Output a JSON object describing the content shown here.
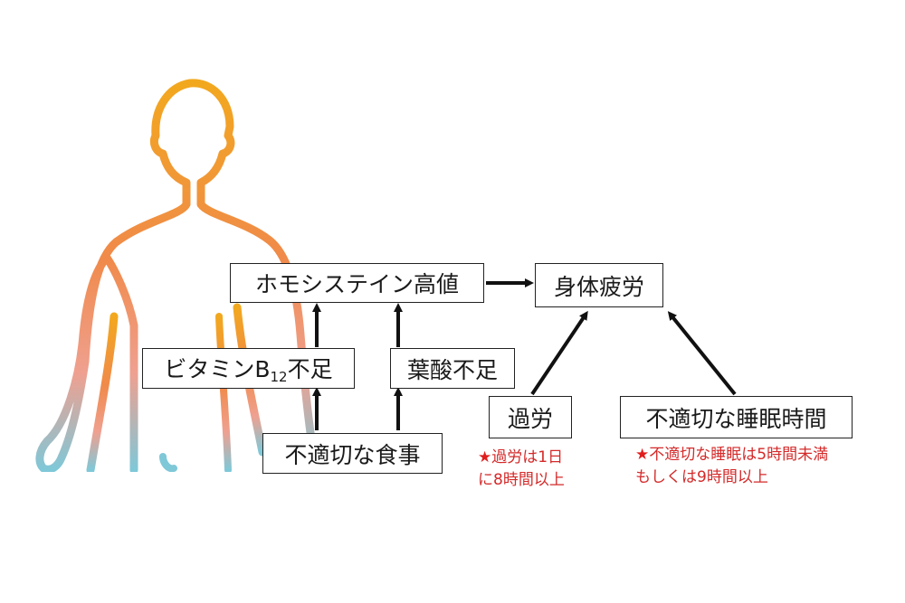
{
  "nodes": {
    "homocysteine": "ホモシステイン高値",
    "fatigue": "身体疲労",
    "b12_prefix": "ビタミンB",
    "b12_sub": "12",
    "b12_suffix": "不足",
    "folate": "葉酸不足",
    "diet": "不適切な食事",
    "overwork": "過労",
    "sleep": "不適切な睡眠時間"
  },
  "notes": {
    "star": "★",
    "overwork_line1": "過労は1日",
    "overwork_line2": "に8時間以上",
    "sleep_line1": "不適切な睡眠は5時間未満",
    "sleep_line2": "もしくは9時間以上"
  },
  "colors": {
    "silhouette_top": "#f2a81e",
    "silhouette_mid": "#f08a4a",
    "silhouette_bottom": "#7fc8d8",
    "note_red": "#d42a2a",
    "arrow": "#111111"
  }
}
